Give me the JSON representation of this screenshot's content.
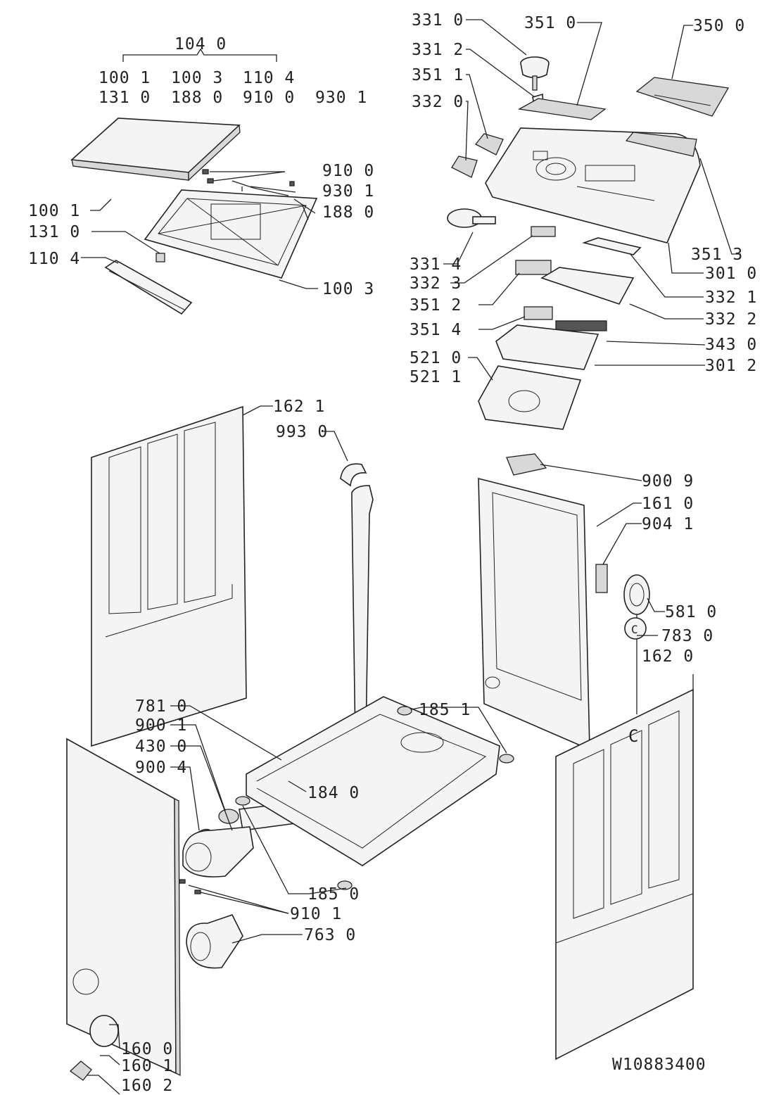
{
  "drawing_number": "W10883400",
  "group_labels": {
    "top_assembly": "104 0",
    "top_assembly_row1": [
      "100 1",
      "100 3",
      "110 4"
    ],
    "top_assembly_row2": [
      "131 0",
      "188 0",
      "910 0",
      "930 1"
    ]
  },
  "callouts": [
    "910 0",
    "930 1",
    "188 0",
    "100 1",
    "131 0",
    "110 4",
    "100 3",
    "331 0",
    "351 0",
    "350 0",
    "331 2",
    "351 1",
    "332 0",
    "331 4",
    "332 3",
    "351 3",
    "301 0",
    "332 1",
    "351 2",
    "332 2",
    "351 4",
    "343 0",
    "521 0",
    "521 1",
    "301 2",
    "162 1",
    "993 0",
    "900 9",
    "161 0",
    "904 1",
    "581 0",
    "783 0",
    "162 0",
    "781 0",
    "185 1",
    "900 1",
    "430 0",
    "900 4",
    "184 0",
    "185 0",
    "910 1",
    "763 0",
    "160 0",
    "160 1",
    "160 2"
  ],
  "connector_markers": [
    "C",
    "C"
  ]
}
